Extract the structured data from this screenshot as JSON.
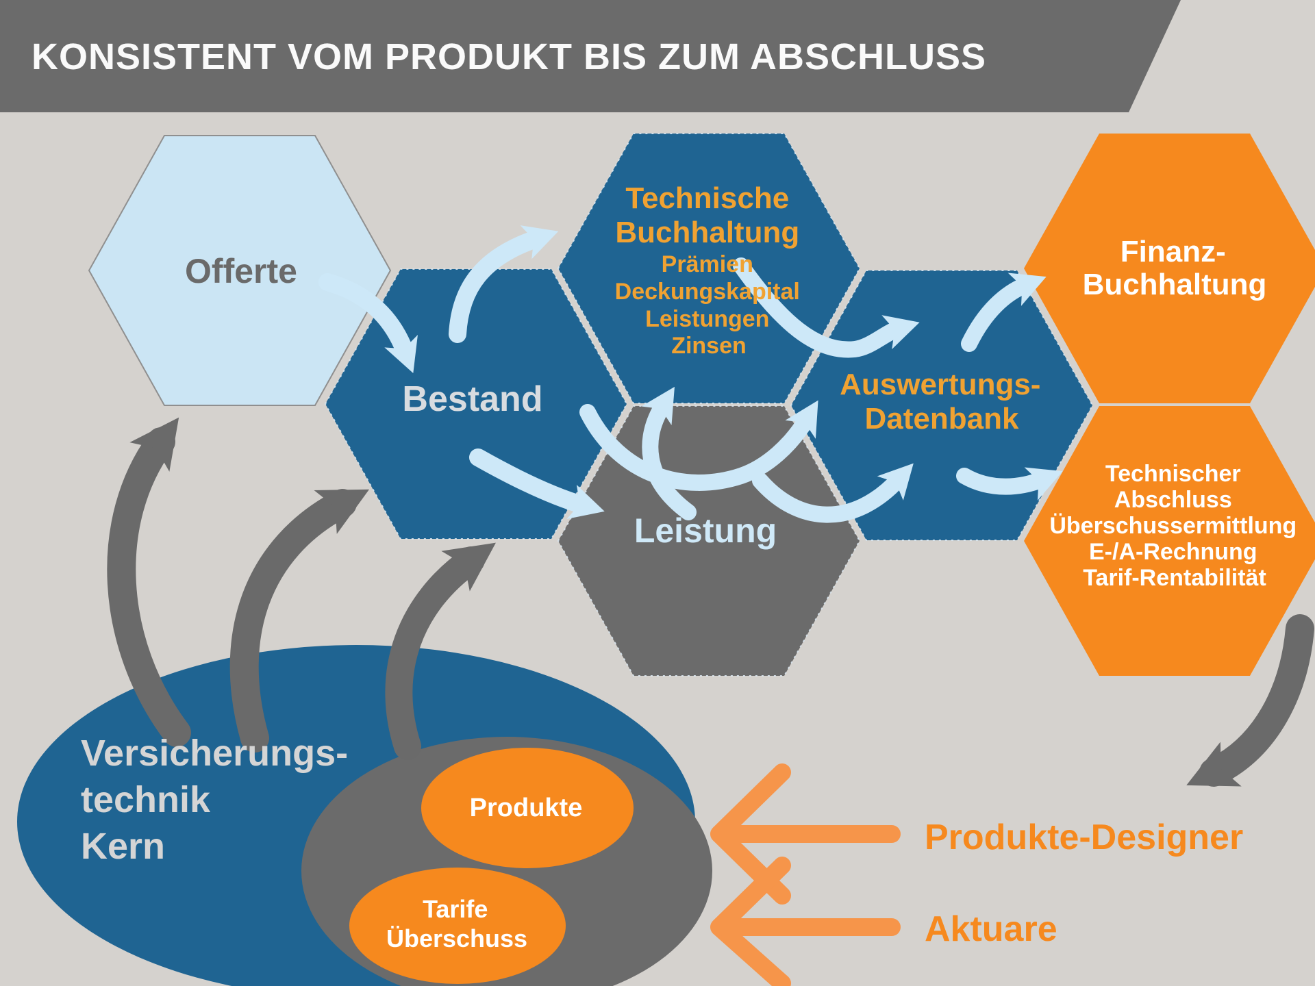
{
  "title": "KONSISTENT VOM PRODUKT BIS ZUM ABSCHLUSS",
  "colors": {
    "background": "#D5D2CE",
    "banner": "#6B6B6B",
    "banner_text": "#FAFAFA",
    "blue": "#1F6492",
    "light_blue": "#CBE5F4",
    "arrow_blue": "#CDE8F8",
    "gray": "#6B6B6B",
    "arrow_gray": "#6A6A6A",
    "orange": "#F6891E",
    "orange_text": "#F0A232",
    "arrow_orange": "#F6954A",
    "role_text": "#F6891E",
    "offerte_text": "#6A6A6A",
    "bestand_text": "#D8DCE0",
    "leistung_text": "#CFE9F8",
    "white_text": "#FFFFFF",
    "kern_text": "#D5D5D5"
  },
  "hexagons": {
    "offerte": {
      "label": "Offerte"
    },
    "bestand": {
      "label": "Bestand"
    },
    "technische_buchhaltung": {
      "name_lines": [
        "Technische",
        "Buchhaltung"
      ],
      "items": [
        "Prämien",
        "Deckungskapital",
        "Leistungen",
        "Zinsen"
      ]
    },
    "leistung": {
      "label": "Leistung"
    },
    "auswertungs_datenbank": {
      "name_lines": [
        "Auswertungs-",
        "Datenbank"
      ]
    },
    "finanz_buchhaltung": {
      "name_lines": [
        "Finanz-",
        "Buchhaltung"
      ]
    },
    "technischer_abschluss": {
      "lines": [
        "Technischer",
        "Abschluss",
        "Überschussermittlung",
        "E-/A-Rechnung",
        "Tarif-Rentabilität"
      ]
    }
  },
  "core_platform": {
    "label_lines": [
      "Versicherungs-",
      "technik",
      "Kern"
    ],
    "produkte_label": "Produkte",
    "tarife_lines": [
      "Tarife",
      "Überschuss"
    ]
  },
  "roles": {
    "produkte_designer": "Produkte-Designer",
    "aktuare": "Aktuare"
  }
}
